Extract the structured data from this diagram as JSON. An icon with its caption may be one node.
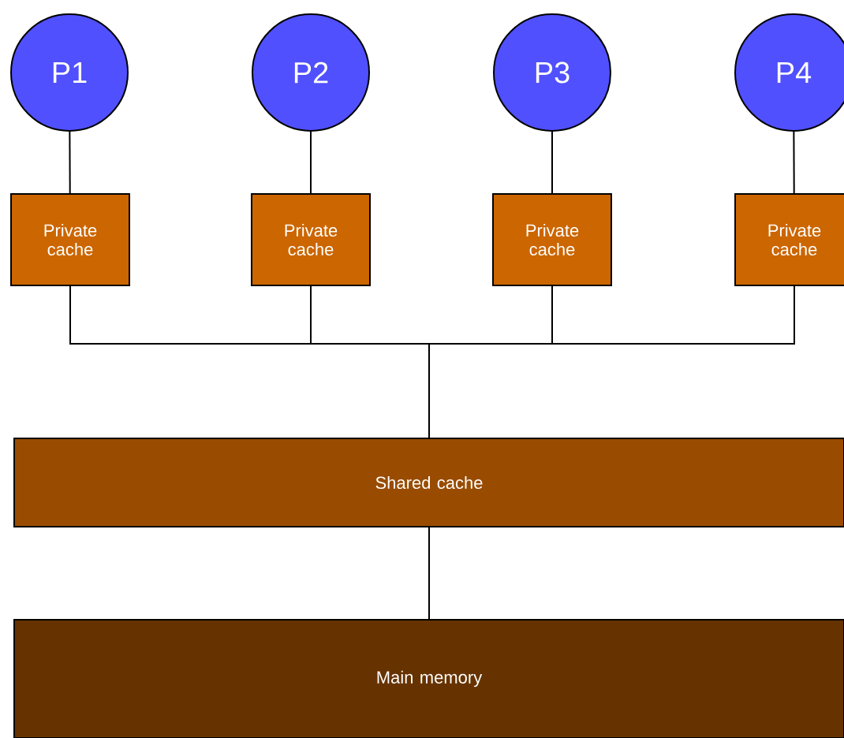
{
  "diagram": {
    "nodes": [
      {
        "text": [
          "P1"
        ]
      },
      {
        "text": [
          "P2"
        ]
      },
      {
        "text": [
          "P3"
        ]
      },
      {
        "text": [
          "P4"
        ]
      },
      {
        "text": [
          "Private cache"
        ]
      },
      {
        "text": [
          "Private cache"
        ]
      },
      {
        "text": [
          "Private cache"
        ]
      },
      {
        "text": [
          "Private cache"
        ]
      },
      {
        "text": [
          "Shared cache"
        ]
      },
      {
        "text": [
          "Main memory"
        ]
      }
    ],
    "edges": [
      {
        "from": 0,
        "to": 4,
        "arrow": "none"
      },
      {
        "from": 1,
        "to": 5,
        "arrow": "none"
      },
      {
        "from": 2,
        "to": 6,
        "arrow": "none"
      },
      {
        "from": 3,
        "to": 7,
        "arrow": "none"
      },
      {
        "from": 4,
        "to": 8,
        "arrow": "none"
      },
      {
        "from": 5,
        "to": 8,
        "arrow": "none"
      },
      {
        "from": 6,
        "to": 8,
        "arrow": "none"
      },
      {
        "from": 7,
        "to": 8,
        "arrow": "none"
      },
      {
        "from": 8,
        "to": 9,
        "arrow": "none"
      }
    ]
  }
}
